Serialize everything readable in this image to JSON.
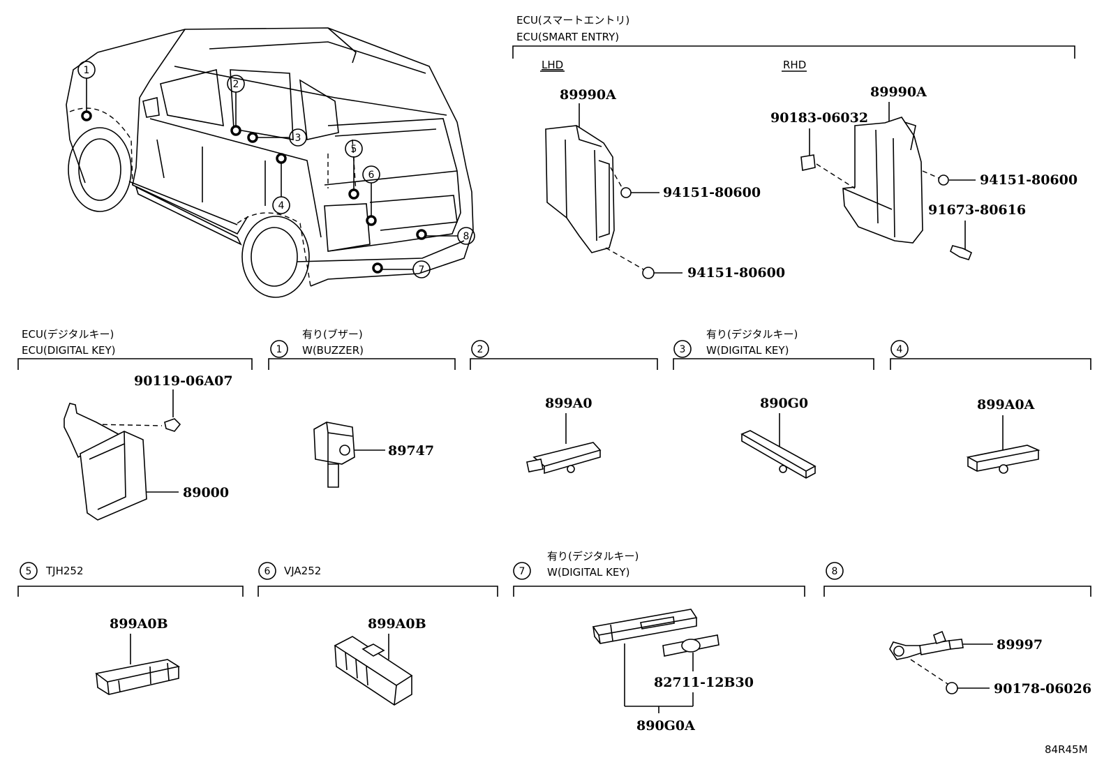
{
  "vehicle": {
    "callouts": [
      "1",
      "2",
      "3",
      "4",
      "5",
      "6",
      "7",
      "8"
    ]
  },
  "smart_entry": {
    "title_jp": "ECU(スマートエントリ)",
    "title_en": "ECU(SMART ENTRY)",
    "lhd": {
      "label": "LHD",
      "ecu": "89990A",
      "nut_upper": "94151-80600",
      "nut_lower": "94151-80600"
    },
    "rhd": {
      "label": "RHD",
      "ecu": "89990A",
      "clip": "90183-06032",
      "nut": "94151-80600",
      "bolt": "91673-80616"
    }
  },
  "digital_key_ecu": {
    "title_jp": "ECU(デジタルキー)",
    "title_en": "ECU(DIGITAL KEY)",
    "bolt": "90119-06A07",
    "ecu": "89000"
  },
  "panel1": {
    "num": "1",
    "title_jp": "有り(ブザー)",
    "title_en": "W(BUZZER)",
    "part": "89747"
  },
  "panel2": {
    "num": "2",
    "part": "899A0"
  },
  "panel3": {
    "num": "3",
    "title_jp": "有り(デジタルキー)",
    "title_en": "W(DIGITAL KEY)",
    "part": "890G0"
  },
  "panel4": {
    "num": "4",
    "part": "899A0A"
  },
  "panel5": {
    "num": "5",
    "title": "TJH252",
    "part": "899A0B"
  },
  "panel6": {
    "num": "6",
    "title": "VJA252",
    "part": "899A0B"
  },
  "panel7": {
    "num": "7",
    "title_jp": "有り(デジタルキー)",
    "title_en": "W(DIGITAL KEY)",
    "sub": "82711-12B30",
    "part": "890G0A"
  },
  "panel8": {
    "num": "8",
    "part_a": "89997",
    "part_b": "90178-06026"
  },
  "code": "84R45M"
}
